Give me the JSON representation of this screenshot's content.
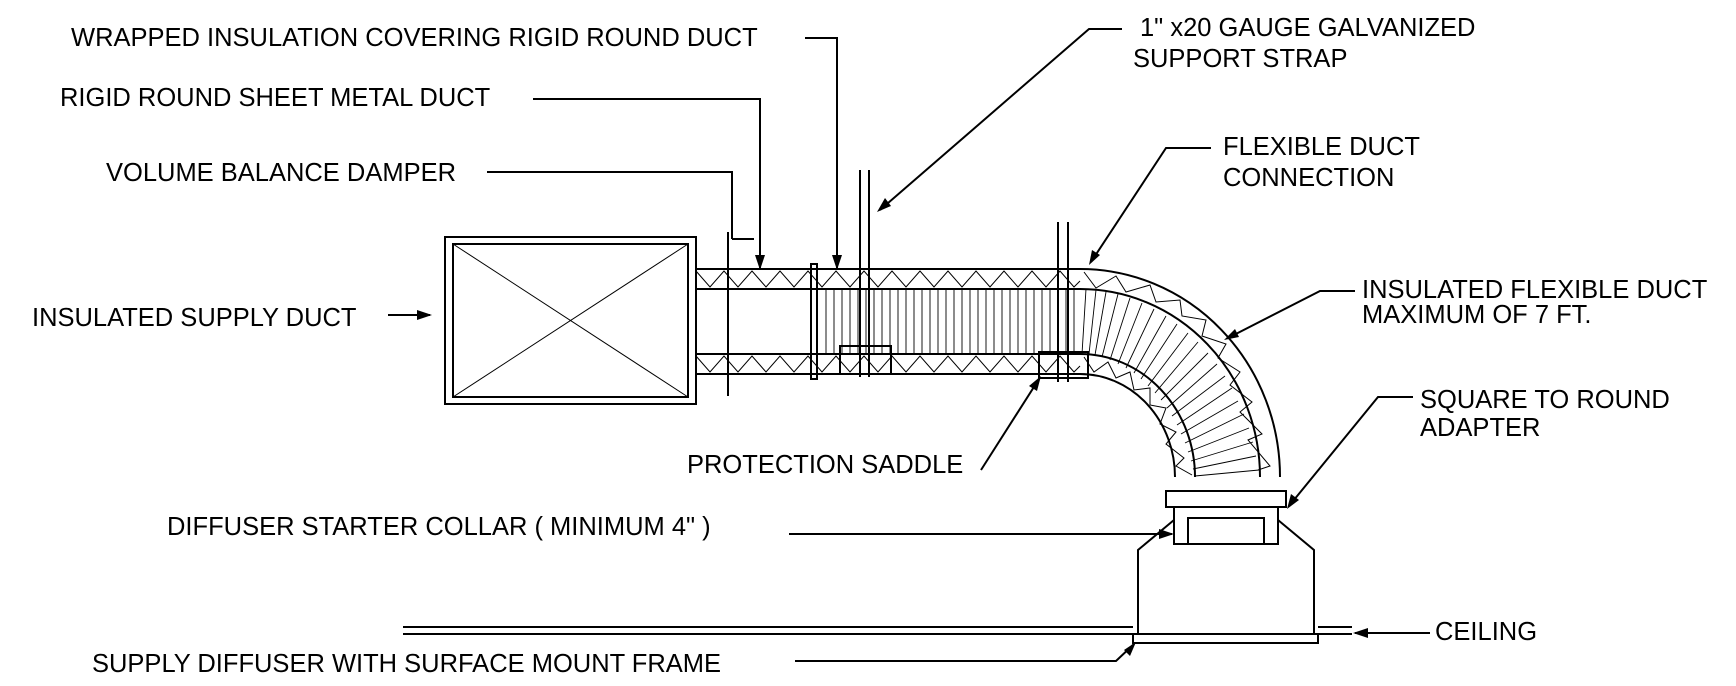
{
  "labels": {
    "wrapped_insulation": "WRAPPED INSULATION COVERING RIGID ROUND DUCT",
    "rigid_round_duct": "RIGID ROUND SHEET METAL DUCT",
    "volume_damper": "VOLUME BALANCE DAMPER",
    "insulated_supply_duct": "INSULATED SUPPLY DUCT",
    "support_strap_line1": "1\" x20 GAUGE GALVANIZED",
    "support_strap_line2": "SUPPORT STRAP",
    "flexible_connection_line1": "FLEXIBLE DUCT",
    "flexible_connection_line2": "CONNECTION",
    "insulated_flex_line1": "INSULATED FLEXIBLE DUCT",
    "insulated_flex_line2": "MAXIMUM OF 7 FT.",
    "square_round_line1": "SQUARE TO ROUND",
    "square_round_line2": "ADAPTER",
    "protection_saddle": "PROTECTION SADDLE",
    "starter_collar": "DIFFUSER STARTER COLLAR ( MINIMUM 4\" )",
    "ceiling": "CEILING",
    "supply_diffuser": "SUPPLY DIFFUSER WITH SURFACE MOUNT FRAME"
  }
}
